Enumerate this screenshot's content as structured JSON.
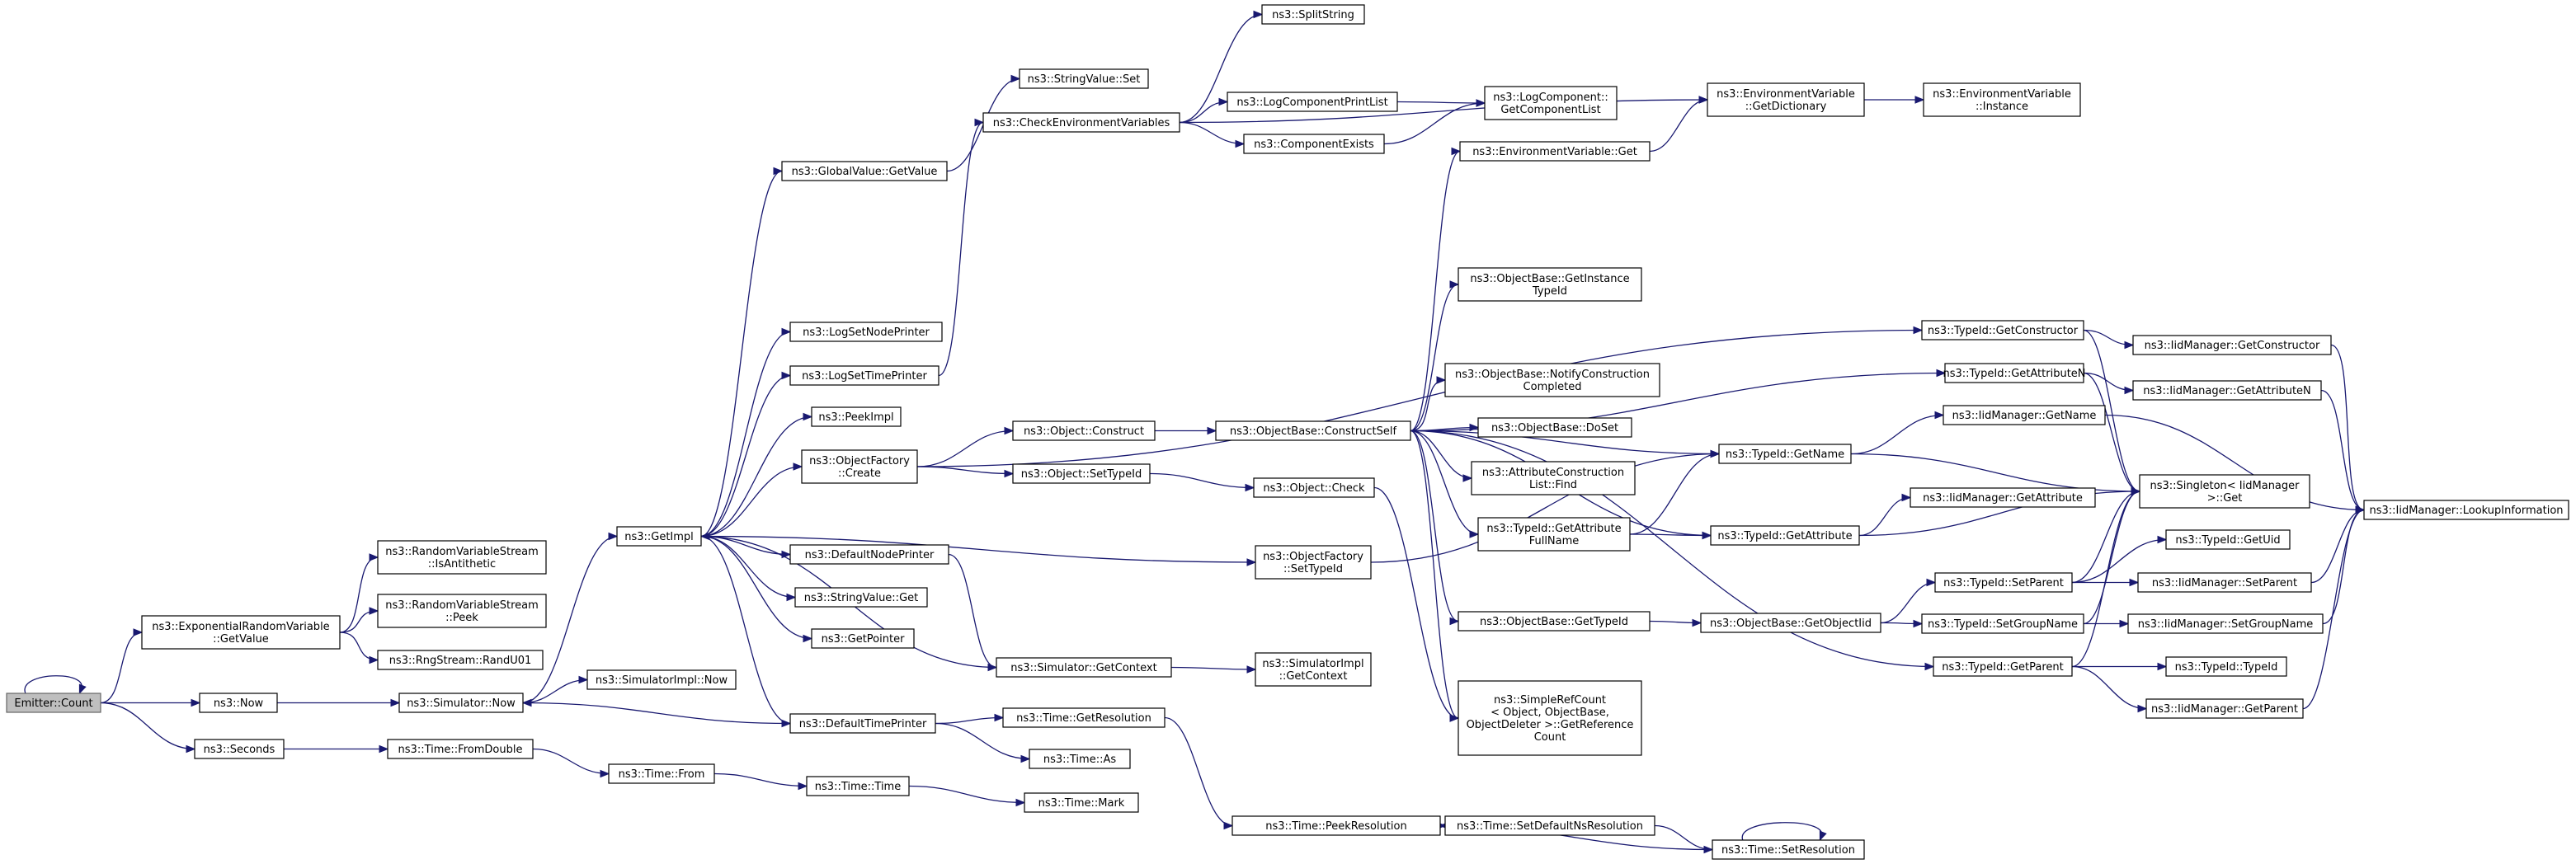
{
  "graph": {
    "title": "",
    "edge_color": "#191970",
    "root_fill": "#bfbfbf",
    "nodes": [
      {
        "id": "emitter_count",
        "lines": [
          "Emitter::Count"
        ],
        "root": true
      },
      {
        "id": "exp_getvalue",
        "lines": [
          "ns3::ExponentialRandomVariable",
          "::GetValue"
        ]
      },
      {
        "id": "now",
        "lines": [
          "ns3::Now"
        ]
      },
      {
        "id": "seconds",
        "lines": [
          "ns3::Seconds"
        ]
      },
      {
        "id": "rvs_isanti",
        "lines": [
          "ns3::RandomVariableStream",
          "::IsAntithetic"
        ]
      },
      {
        "id": "rvs_peek",
        "lines": [
          "ns3::RandomVariableStream",
          "::Peek"
        ]
      },
      {
        "id": "rng_randu01",
        "lines": [
          "ns3::RngStream::RandU01"
        ]
      },
      {
        "id": "sim_now",
        "lines": [
          "ns3::Simulator::Now"
        ]
      },
      {
        "id": "time_fromdouble",
        "lines": [
          "ns3::Time::FromDouble"
        ]
      },
      {
        "id": "getimpl",
        "lines": [
          "ns3::GetImpl"
        ]
      },
      {
        "id": "simimpl_now",
        "lines": [
          "ns3::SimulatorImpl::Now"
        ]
      },
      {
        "id": "time_from",
        "lines": [
          "ns3::Time::From"
        ]
      },
      {
        "id": "gv_getvalue",
        "lines": [
          "ns3::GlobalValue::GetValue"
        ]
      },
      {
        "id": "log_node",
        "lines": [
          "ns3::LogSetNodePrinter"
        ]
      },
      {
        "id": "log_time",
        "lines": [
          "ns3::LogSetTimePrinter"
        ]
      },
      {
        "id": "peekimpl",
        "lines": [
          "ns3::PeekImpl"
        ]
      },
      {
        "id": "of_create",
        "lines": [
          "ns3::ObjectFactory",
          "::Create"
        ]
      },
      {
        "id": "default_node",
        "lines": [
          "ns3::DefaultNodePrinter"
        ]
      },
      {
        "id": "sv_get",
        "lines": [
          "ns3::StringValue::Get"
        ]
      },
      {
        "id": "getpointer",
        "lines": [
          "ns3::GetPointer"
        ]
      },
      {
        "id": "default_time",
        "lines": [
          "ns3::DefaultTimePrinter"
        ]
      },
      {
        "id": "time_time",
        "lines": [
          "ns3::Time::Time"
        ]
      },
      {
        "id": "sv_set",
        "lines": [
          "ns3::StringValue::Set"
        ]
      },
      {
        "id": "check_env",
        "lines": [
          "ns3::CheckEnvironmentVariables"
        ]
      },
      {
        "id": "obj_construct",
        "lines": [
          "ns3::Object::Construct"
        ]
      },
      {
        "id": "obj_settypeid",
        "lines": [
          "ns3::Object::SetTypeId"
        ]
      },
      {
        "id": "sim_getcontext",
        "lines": [
          "ns3::Simulator::GetContext"
        ]
      },
      {
        "id": "time_getres",
        "lines": [
          "ns3::Time::GetResolution"
        ]
      },
      {
        "id": "time_as",
        "lines": [
          "ns3::Time::As"
        ]
      },
      {
        "id": "time_mark",
        "lines": [
          "ns3::Time::Mark"
        ]
      },
      {
        "id": "splitstring",
        "lines": [
          "ns3::SplitString"
        ]
      },
      {
        "id": "log_printlist",
        "lines": [
          "ns3::LogComponentPrintList"
        ]
      },
      {
        "id": "comp_exists",
        "lines": [
          "ns3::ComponentExists"
        ]
      },
      {
        "id": "ob_constructself",
        "lines": [
          "ns3::ObjectBase::ConstructSelf"
        ]
      },
      {
        "id": "obj_check",
        "lines": [
          "ns3::Object::Check"
        ]
      },
      {
        "id": "of_settypeid",
        "lines": [
          "ns3::ObjectFactory",
          "::SetTypeId"
        ]
      },
      {
        "id": "simimpl_getcontext",
        "lines": [
          "ns3::SimulatorImpl",
          "::GetContext"
        ]
      },
      {
        "id": "time_peekres",
        "lines": [
          "ns3::Time::PeekResolution"
        ]
      },
      {
        "id": "logcomp_getlist",
        "lines": [
          "ns3::LogComponent::",
          "GetComponentList"
        ]
      },
      {
        "id": "env_get",
        "lines": [
          "ns3::EnvironmentVariable::Get"
        ]
      },
      {
        "id": "ob_getinstance",
        "lines": [
          "ns3::ObjectBase::GetInstance",
          "TypeId"
        ]
      },
      {
        "id": "ob_notify",
        "lines": [
          "ns3::ObjectBase::NotifyConstruction",
          "Completed"
        ]
      },
      {
        "id": "ob_doset",
        "lines": [
          "ns3::ObjectBase::DoSet"
        ]
      },
      {
        "id": "acl_find",
        "lines": [
          "ns3::AttributeConstruction",
          "List::Find"
        ]
      },
      {
        "id": "tid_getattrfull",
        "lines": [
          "ns3::TypeId::GetAttribute",
          "FullName"
        ]
      },
      {
        "id": "ob_gettypeid",
        "lines": [
          "ns3::ObjectBase::GetTypeId"
        ]
      },
      {
        "id": "simplerefcount",
        "lines": [
          "ns3::SimpleRefCount",
          "< Object, ObjectBase,",
          "ObjectDeleter >::GetReference",
          "Count"
        ]
      },
      {
        "id": "time_setdefault",
        "lines": [
          "ns3::Time::SetDefaultNsResolution"
        ]
      },
      {
        "id": "env_getdict",
        "lines": [
          "ns3::EnvironmentVariable",
          "::GetDictionary"
        ]
      },
      {
        "id": "tid_getname",
        "lines": [
          "ns3::TypeId::GetName"
        ]
      },
      {
        "id": "tid_getattr",
        "lines": [
          "ns3::TypeId::GetAttribute"
        ]
      },
      {
        "id": "ob_getobjectiid",
        "lines": [
          "ns3::ObjectBase::GetObjectIid"
        ]
      },
      {
        "id": "time_setres",
        "lines": [
          "ns3::Time::SetResolution"
        ]
      },
      {
        "id": "env_instance",
        "lines": [
          "ns3::EnvironmentVariable",
          "::Instance"
        ]
      },
      {
        "id": "tid_getconstructor",
        "lines": [
          "ns3::TypeId::GetConstructor"
        ]
      },
      {
        "id": "tid_getattrn",
        "lines": [
          "ns3::TypeId::GetAttributeN"
        ]
      },
      {
        "id": "iid_getname",
        "lines": [
          "ns3::IidManager::GetName"
        ]
      },
      {
        "id": "iid_getattr",
        "lines": [
          "ns3::IidManager::GetAttribute"
        ]
      },
      {
        "id": "tid_setparent",
        "lines": [
          "ns3::TypeId::SetParent"
        ]
      },
      {
        "id": "tid_setgroupname",
        "lines": [
          "ns3::TypeId::SetGroupName"
        ]
      },
      {
        "id": "tid_getparent",
        "lines": [
          "ns3::TypeId::GetParent"
        ]
      },
      {
        "id": "iid_getconstructor",
        "lines": [
          "ns3::IidManager::GetConstructor"
        ]
      },
      {
        "id": "iid_getattrn",
        "lines": [
          "ns3::IidManager::GetAttributeN"
        ]
      },
      {
        "id": "singleton_get",
        "lines": [
          "ns3::Singleton< IidManager",
          ">::Get"
        ]
      },
      {
        "id": "tid_getuid",
        "lines": [
          "ns3::TypeId::GetUid"
        ]
      },
      {
        "id": "iid_setparent",
        "lines": [
          "ns3::IidManager::SetParent"
        ]
      },
      {
        "id": "iid_setgroupname",
        "lines": [
          "ns3::IidManager::SetGroupName"
        ]
      },
      {
        "id": "tid_typeid",
        "lines": [
          "ns3::TypeId::TypeId"
        ]
      },
      {
        "id": "iid_getparent",
        "lines": [
          "ns3::IidManager::GetParent"
        ]
      },
      {
        "id": "iid_lookup",
        "lines": [
          "ns3::IidManager::LookupInformation"
        ]
      }
    ]
  }
}
